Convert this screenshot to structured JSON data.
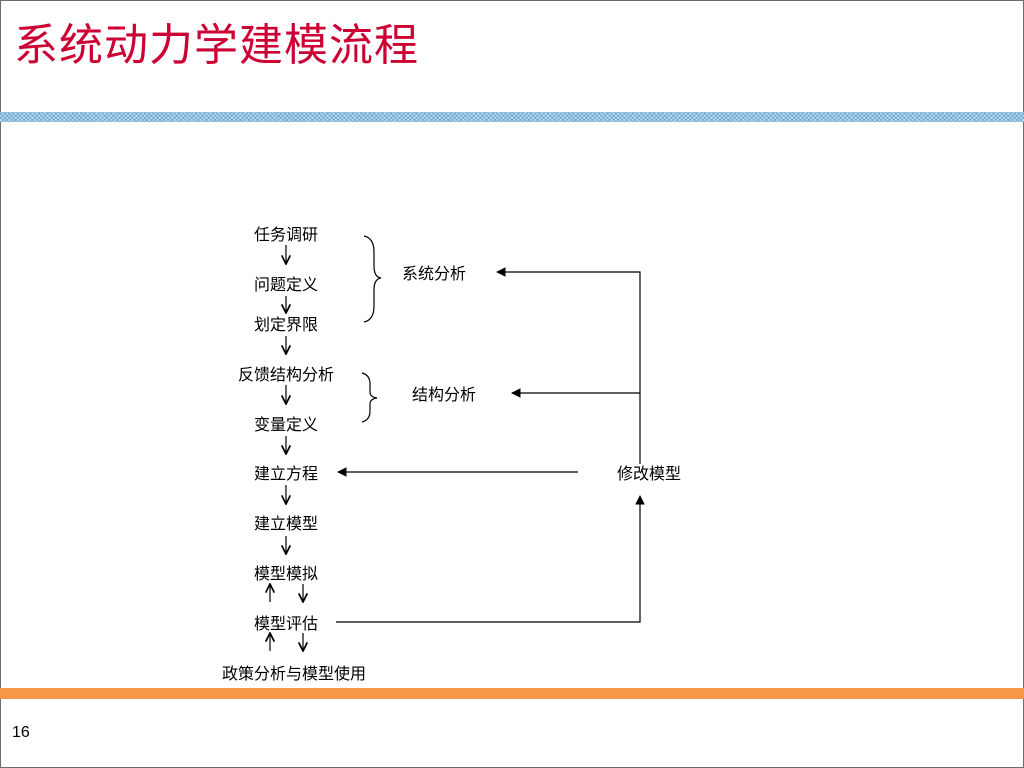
{
  "title": "系统动力学建模流程",
  "page_number": "16",
  "steps": [
    {
      "id": "s1",
      "label": "任务调研"
    },
    {
      "id": "s2",
      "label": "问题定义"
    },
    {
      "id": "s3",
      "label": "划定界限"
    },
    {
      "id": "s4",
      "label": "反馈结构分析"
    },
    {
      "id": "s5",
      "label": "变量定义"
    },
    {
      "id": "s6",
      "label": "建立方程"
    },
    {
      "id": "s7",
      "label": "建立模型"
    },
    {
      "id": "s8",
      "label": "模型模拟"
    },
    {
      "id": "s9",
      "label": "模型评估"
    },
    {
      "id": "s10",
      "label": "政策分析与模型使用"
    }
  ],
  "groups": [
    {
      "id": "g1",
      "label": "系统分析",
      "covers": [
        "s1",
        "s2",
        "s3"
      ]
    },
    {
      "id": "g2",
      "label": "结构分析",
      "covers": [
        "s4",
        "s5"
      ]
    }
  ],
  "revise": {
    "label": "修改模型"
  },
  "colors": {
    "title": "#cc0033",
    "band_top": "#b8dcee",
    "band_bottom": "#f79646",
    "line": "#000000"
  },
  "edges": [
    {
      "from": "s1",
      "to": "s2",
      "type": "down"
    },
    {
      "from": "s2",
      "to": "s3",
      "type": "down"
    },
    {
      "from": "s3",
      "to": "s4",
      "type": "down"
    },
    {
      "from": "s4",
      "to": "s5",
      "type": "down"
    },
    {
      "from": "s5",
      "to": "s6",
      "type": "down"
    },
    {
      "from": "s6",
      "to": "s7",
      "type": "down"
    },
    {
      "from": "s7",
      "to": "s8",
      "type": "down"
    },
    {
      "from": "s8",
      "to": "s9",
      "type": "bidirectional"
    },
    {
      "from": "s9",
      "to": "s10",
      "type": "bidirectional"
    },
    {
      "from": "s9",
      "to": "revise",
      "type": "feedback"
    },
    {
      "from": "revise",
      "to": "g1",
      "type": "feedback"
    },
    {
      "from": "revise",
      "to": "g2",
      "type": "feedback"
    },
    {
      "from": "revise",
      "to": "s6",
      "type": "feedback"
    }
  ]
}
